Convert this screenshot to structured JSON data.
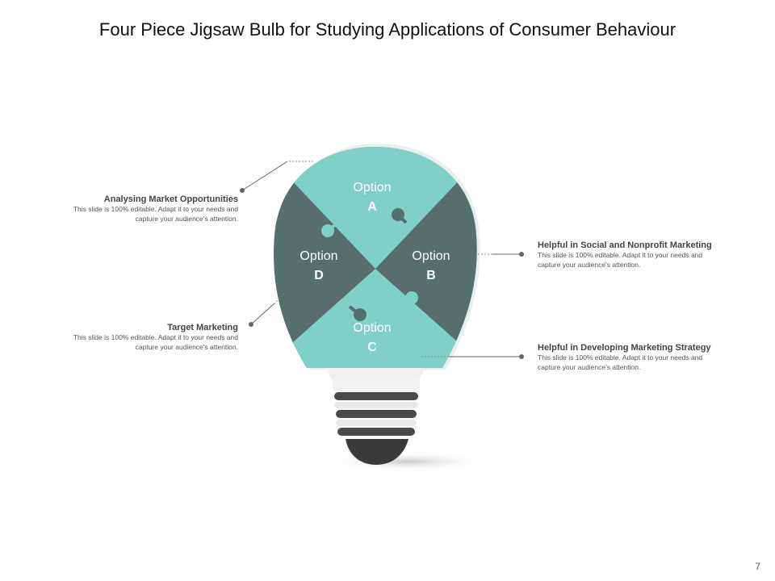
{
  "title": "Four Piece Jigsaw Bulb for Studying Applications of Consumer Behaviour",
  "colors": {
    "teal": "#7fd1c8",
    "slate": "#566f6d",
    "line": "#666666"
  },
  "options": {
    "a": {
      "word": "Option",
      "letter": "A"
    },
    "b": {
      "word": "Option",
      "letter": "B"
    },
    "c": {
      "word": "Option",
      "letter": "C"
    },
    "d": {
      "word": "Option",
      "letter": "D"
    }
  },
  "callouts": {
    "top_left": {
      "heading": "Analysing Market Opportunities",
      "body_1": "This slide is 100% editable.  Adapt it to your needs and",
      "body_2": "capture your audience's attention."
    },
    "bottom_left": {
      "heading": "Target Marketing",
      "body_1": "This slide is 100% editable.  Adapt it to your needs and",
      "body_2": "capture your audience's attention."
    },
    "top_right": {
      "heading": "Helpful in Social and Nonprofit  Marketing",
      "body_1": "This slide is 100% editable.  Adapt it to your needs and",
      "body_2": "capture your audience's attention."
    },
    "bottom_right": {
      "heading": "Helpful in Developing Marketing Strategy",
      "body_1": "This slide is 100% editable.  Adapt it to your needs and",
      "body_2": "capture your audience's attention."
    }
  },
  "page_number": "7"
}
